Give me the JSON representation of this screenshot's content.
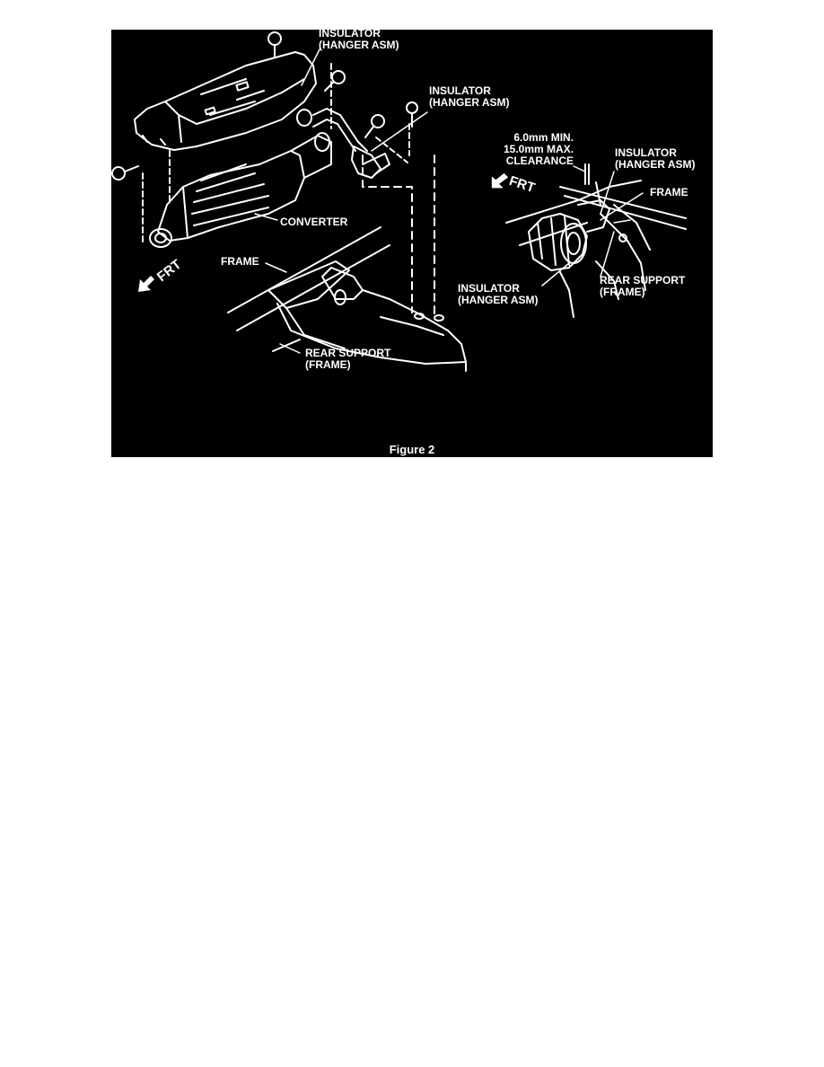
{
  "figure": {
    "caption": "Figure 2",
    "background_color": "#000000",
    "line_color": "#ffffff"
  },
  "labels": {
    "insulator_top": [
      "INSULATOR",
      "(HANGER ASM)"
    ],
    "insulator_mid": [
      "INSULATOR",
      "(HANGER ASM)"
    ],
    "clearance": [
      "6.0mm MIN.",
      "15.0mm MAX.",
      "CLEARANCE"
    ],
    "insulator_right": [
      "INSULATOR",
      "(HANGER ASM)"
    ],
    "frame_right": "FRAME",
    "frt_right": "FRT",
    "converter": "CONVERTER",
    "frame_left": "FRAME",
    "frt_left": "FRT",
    "insulator_bottom": [
      "INSULATOR",
      "(HANGER ASM)"
    ],
    "rear_support_right": [
      "REAR SUPPORT",
      "(FRAME)"
    ],
    "rear_support_left": [
      "REAR SUPPORT",
      "(FRAME)"
    ]
  },
  "icons": [
    "front-direction-arrow-icon",
    "front-direction-arrow-icon"
  ]
}
